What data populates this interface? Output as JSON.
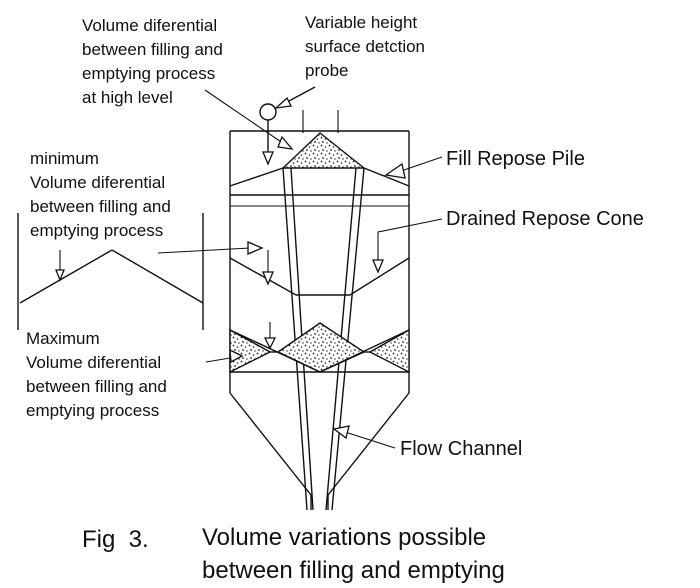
{
  "labels": {
    "volume_high": [
      "Volume diferential",
      "between filling and",
      "emptying process",
      "at high level"
    ],
    "probe": [
      "Variable height",
      "surface detction",
      "probe"
    ],
    "fill_repose_pile": "Fill Repose Pile",
    "minimum": [
      "minimum",
      "Volume diferential",
      "between filling and",
      "emptying process"
    ],
    "drained_repose_cone": "Drained Repose Cone",
    "maximum": [
      "Maximum",
      "Volume diferential",
      "between filling and",
      "emptying process"
    ],
    "flow_channel": "Flow Channel"
  },
  "caption": {
    "fig": "Fig  3.",
    "line1": "Volume variations possible",
    "line2": "between filling and emptying"
  }
}
